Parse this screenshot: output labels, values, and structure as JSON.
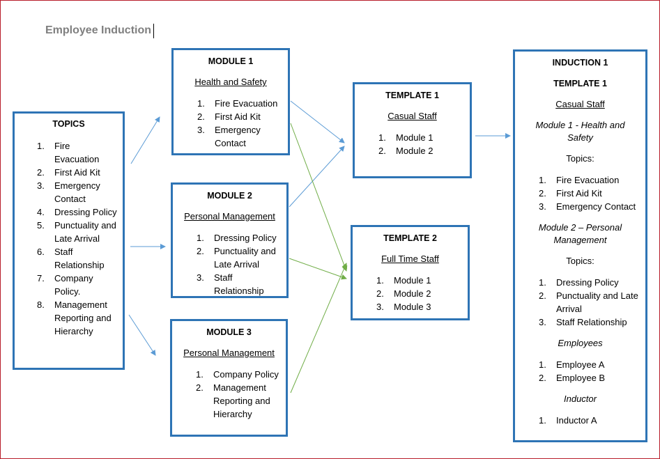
{
  "title": "Employee Induction",
  "topics": {
    "heading": "TOPICS",
    "items": [
      "Fire Evacuation",
      "First Aid Kit",
      "Emergency Contact",
      "Dressing Policy",
      "Punctuality and Late Arrival",
      "Staff Relationship",
      "Company Policy.",
      "Management Reporting and Hierarchy"
    ]
  },
  "module1": {
    "heading": "MODULE 1",
    "subtitle": "Health and Safety",
    "items": [
      "Fire Evacuation",
      "First Aid Kit",
      "Emergency Contact"
    ]
  },
  "module2": {
    "heading": "MODULE 2",
    "subtitle": "Personal Management",
    "items": [
      "Dressing Policy",
      "Punctuality and Late Arrival",
      "Staff Relationship"
    ]
  },
  "module3": {
    "heading": "MODULE 3",
    "subtitle": "Personal Management",
    "items": [
      "Company Policy",
      "Management Reporting and Hierarchy"
    ]
  },
  "template1": {
    "heading": "TEMPLATE 1",
    "subtitle": "Casual Staff",
    "items": [
      "Module 1",
      "Module 2"
    ]
  },
  "template2": {
    "heading": "TEMPLATE 2",
    "subtitle": "Full Time Staff",
    "items": [
      "Module 1",
      "Module 2",
      "Module 3"
    ]
  },
  "induction1": {
    "heading": "INDUCTION 1",
    "template_heading": "TEMPLATE 1",
    "subtitle": "Casual Staff",
    "module1_label": "Module 1 - Health and Safety",
    "topics_label_1": "Topics:",
    "module1_items": [
      "Fire Evacuation",
      "First Aid Kit",
      "Emergency Contact"
    ],
    "module2_label": "Module 2 – Personal Management",
    "topics_label_2": "Topics:",
    "module2_items": [
      "Dressing Policy",
      "Punctuality and Late Arrival",
      "Staff Relationship"
    ],
    "employees_label": "Employees",
    "employees": [
      "Employee A",
      "Employee B"
    ],
    "inductor_label": "Inductor",
    "inductors": [
      "Inductor A"
    ]
  },
  "colors": {
    "box_border": "#2e74b5",
    "arrow_blue": "#5b9bd5",
    "arrow_green": "#70ad47",
    "frame_border": "#b81d2a",
    "title_color": "#7f7f7f"
  }
}
